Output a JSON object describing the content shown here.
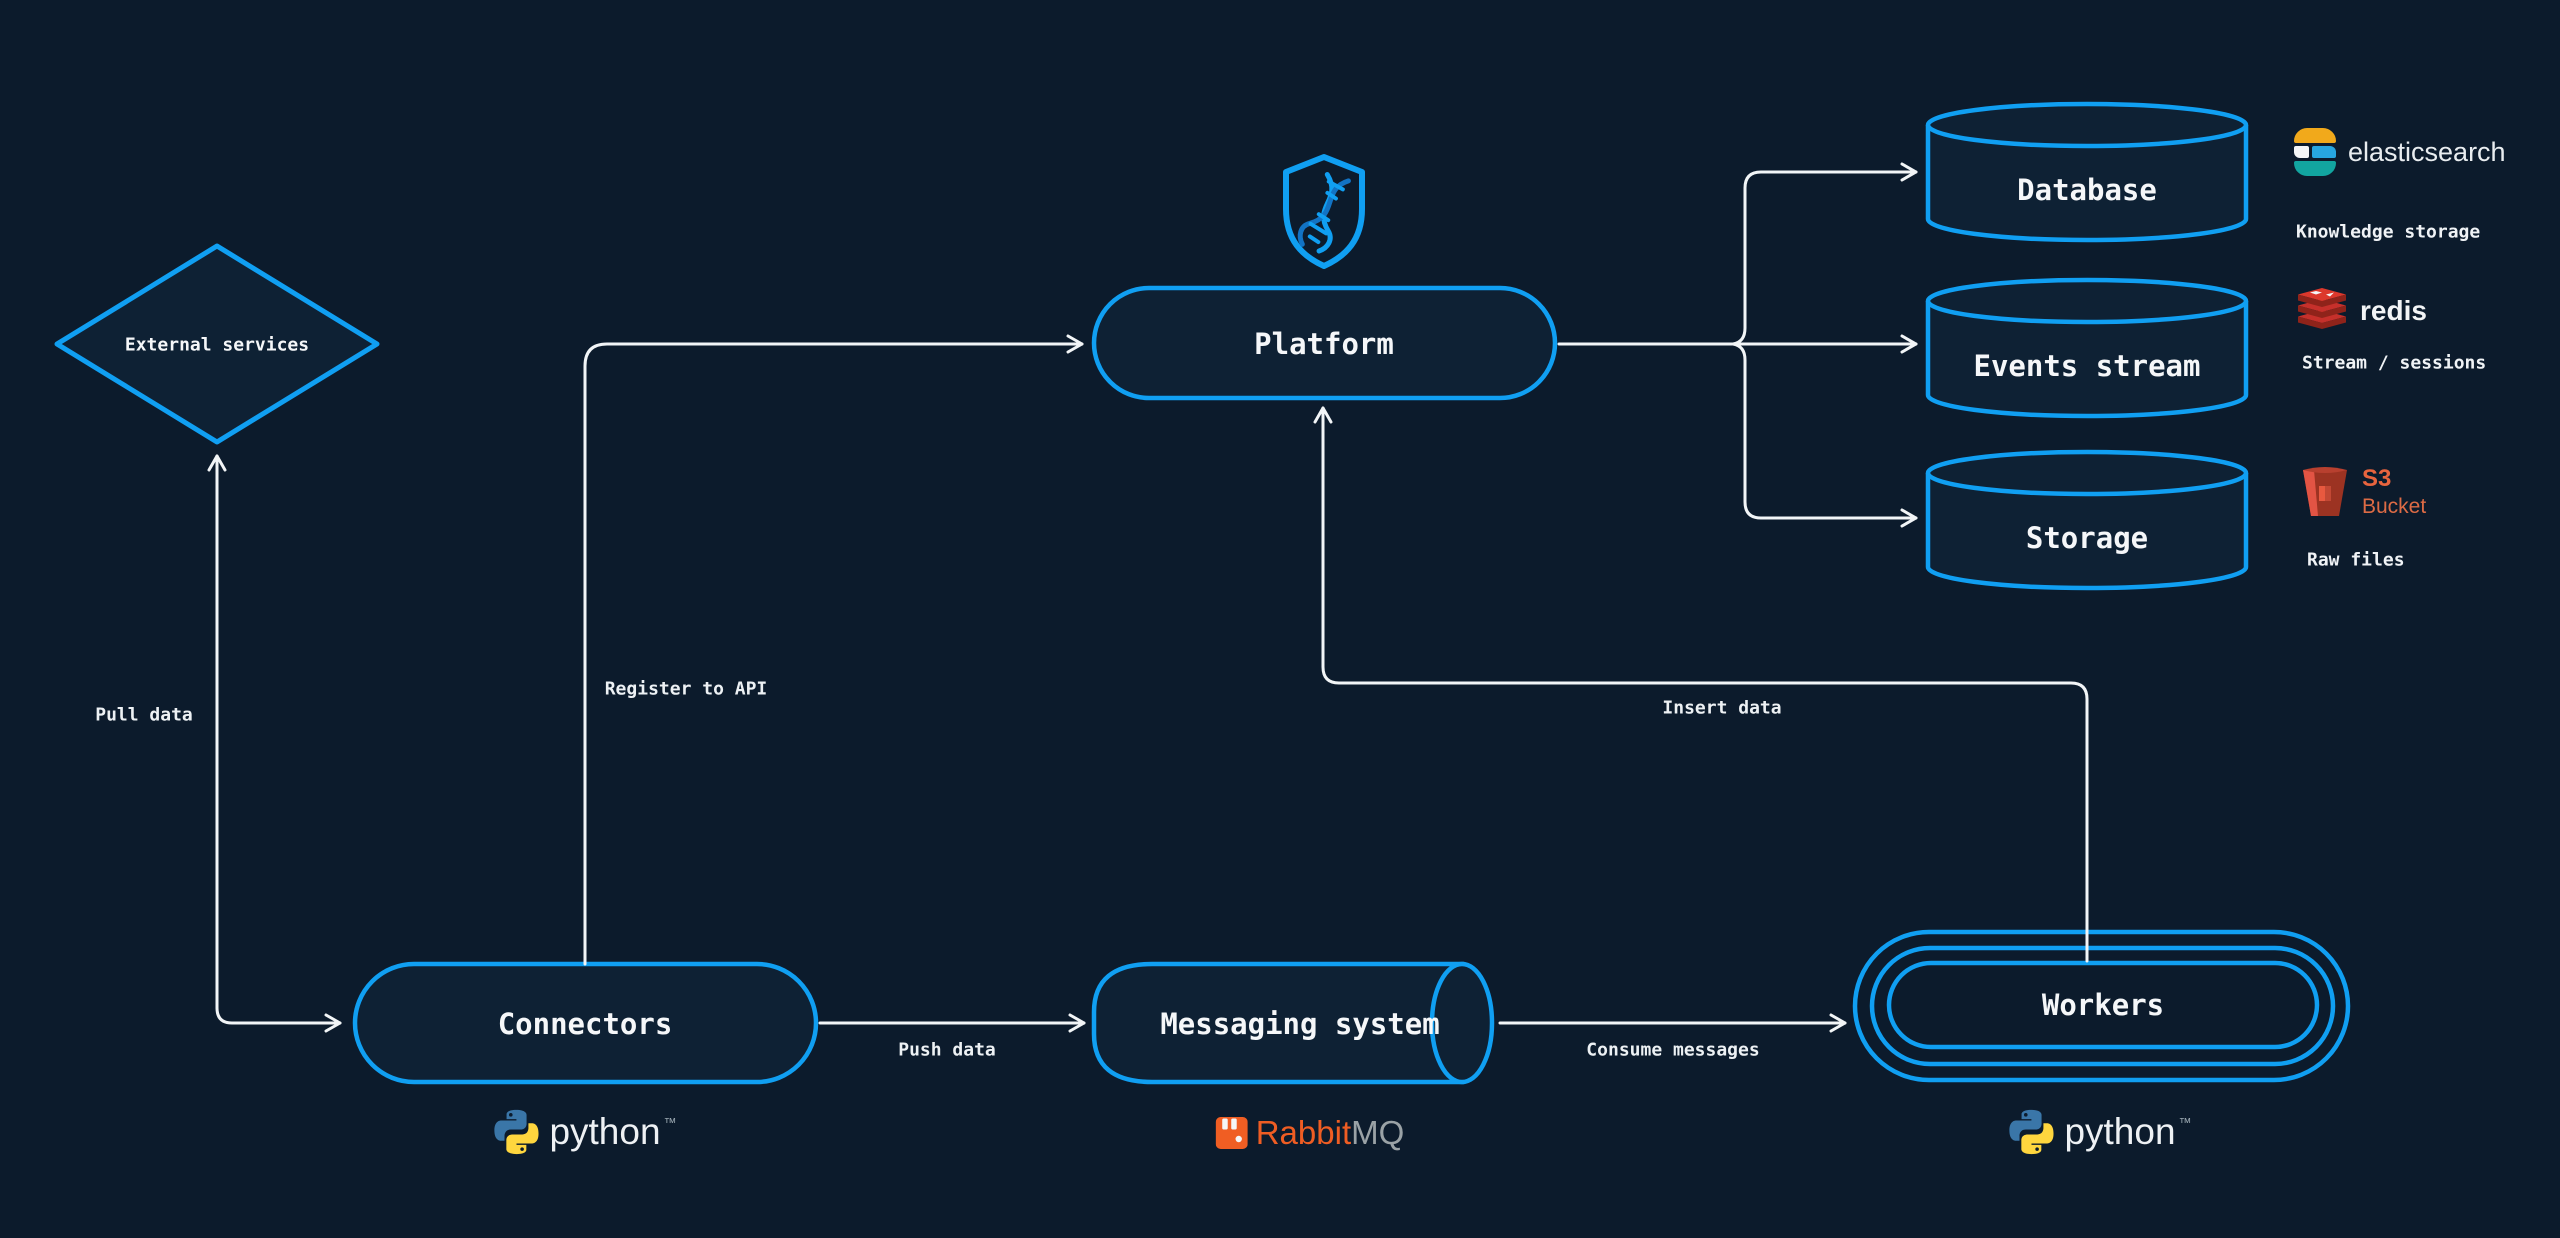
{
  "colors": {
    "background": "#0c1b2c",
    "node_fill": "#0e2134",
    "stroke_blue": "#109ff2",
    "stroke_white": "#f2f5f7",
    "redis_red": "#c6302b",
    "s3_orange": "#e8643e",
    "rabbit_orange": "#ef5d23",
    "python_blue": "#3a76a8",
    "python_yellow": "#ffd63e",
    "elastic_gold": "#f1a91b",
    "elastic_teal": "#12a5a0",
    "elastic_blue": "#27a6e0"
  },
  "nodes": {
    "external_services": {
      "label": "External services"
    },
    "platform": {
      "label": "Platform"
    },
    "database": {
      "label": "Database"
    },
    "events_stream": {
      "label": "Events stream"
    },
    "storage": {
      "label": "Storage"
    },
    "connectors": {
      "label": "Connectors"
    },
    "messaging_system": {
      "label": "Messaging system"
    },
    "workers": {
      "label": "Workers"
    }
  },
  "edges": {
    "pull_data": {
      "label": "Pull data"
    },
    "register_to_api": {
      "label": "Register to API"
    },
    "push_data": {
      "label": "Push data"
    },
    "consume_messages": {
      "label": "Consume messages"
    },
    "insert_data": {
      "label": "Insert data"
    }
  },
  "tech_labels": {
    "elasticsearch": {
      "brand": "elasticsearch",
      "caption": "Knowledge storage"
    },
    "redis": {
      "brand": "redis",
      "caption": "Stream / sessions"
    },
    "s3": {
      "brand": "S3",
      "sub": "Bucket",
      "caption": "Raw files"
    },
    "python_connectors": {
      "brand": "python",
      "tm": "™"
    },
    "rabbitmq": {
      "brand_rabbit": "Rabbit",
      "brand_mq": "MQ"
    },
    "python_workers": {
      "brand": "python",
      "tm": "™"
    }
  }
}
